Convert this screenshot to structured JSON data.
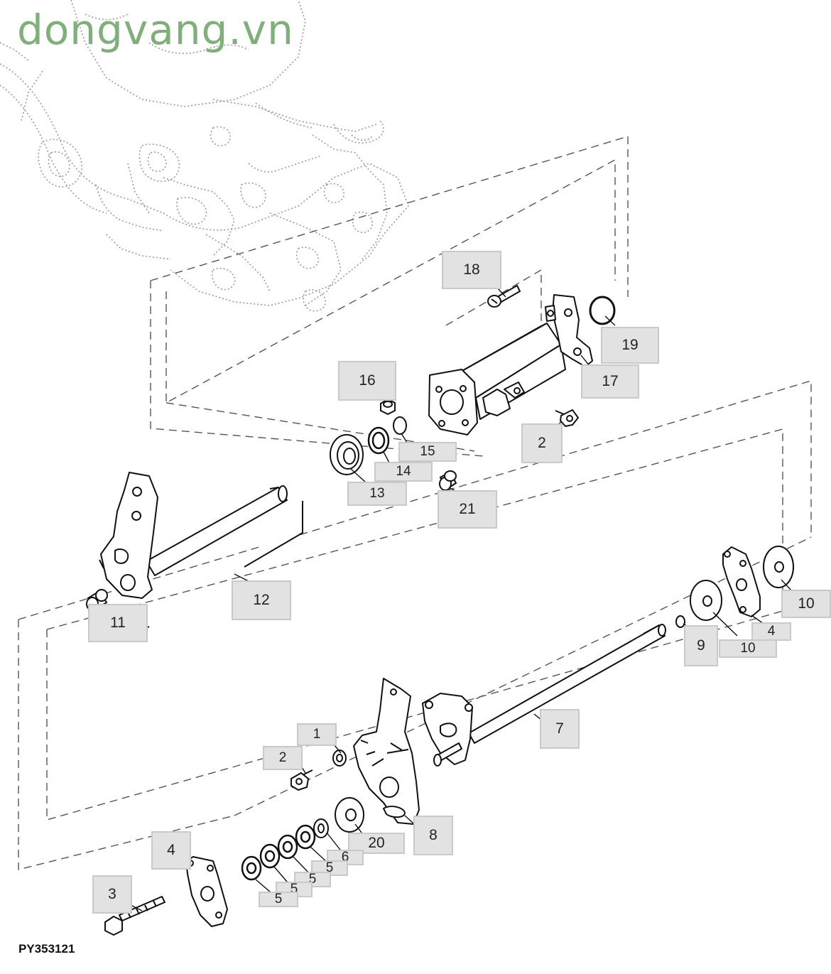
{
  "watermark": "dongvang.vn",
  "figure_id": "PY353121",
  "callouts": {
    "c1": "1",
    "c2a": "2",
    "c2b": "2",
    "c3": "3",
    "c4a": "4",
    "c4b": "4",
    "c5a": "5",
    "c5b": "5",
    "c5c": "5",
    "c5d": "5",
    "c6": "6",
    "c7": "7",
    "c8": "8",
    "c9": "9",
    "c10a": "10",
    "c10b": "10",
    "c11": "11",
    "c12": "12",
    "c13": "13",
    "c14": "14",
    "c15": "15",
    "c16": "16",
    "c17": "17",
    "c18": "18",
    "c19": "19",
    "c20": "20",
    "c21": "21"
  }
}
